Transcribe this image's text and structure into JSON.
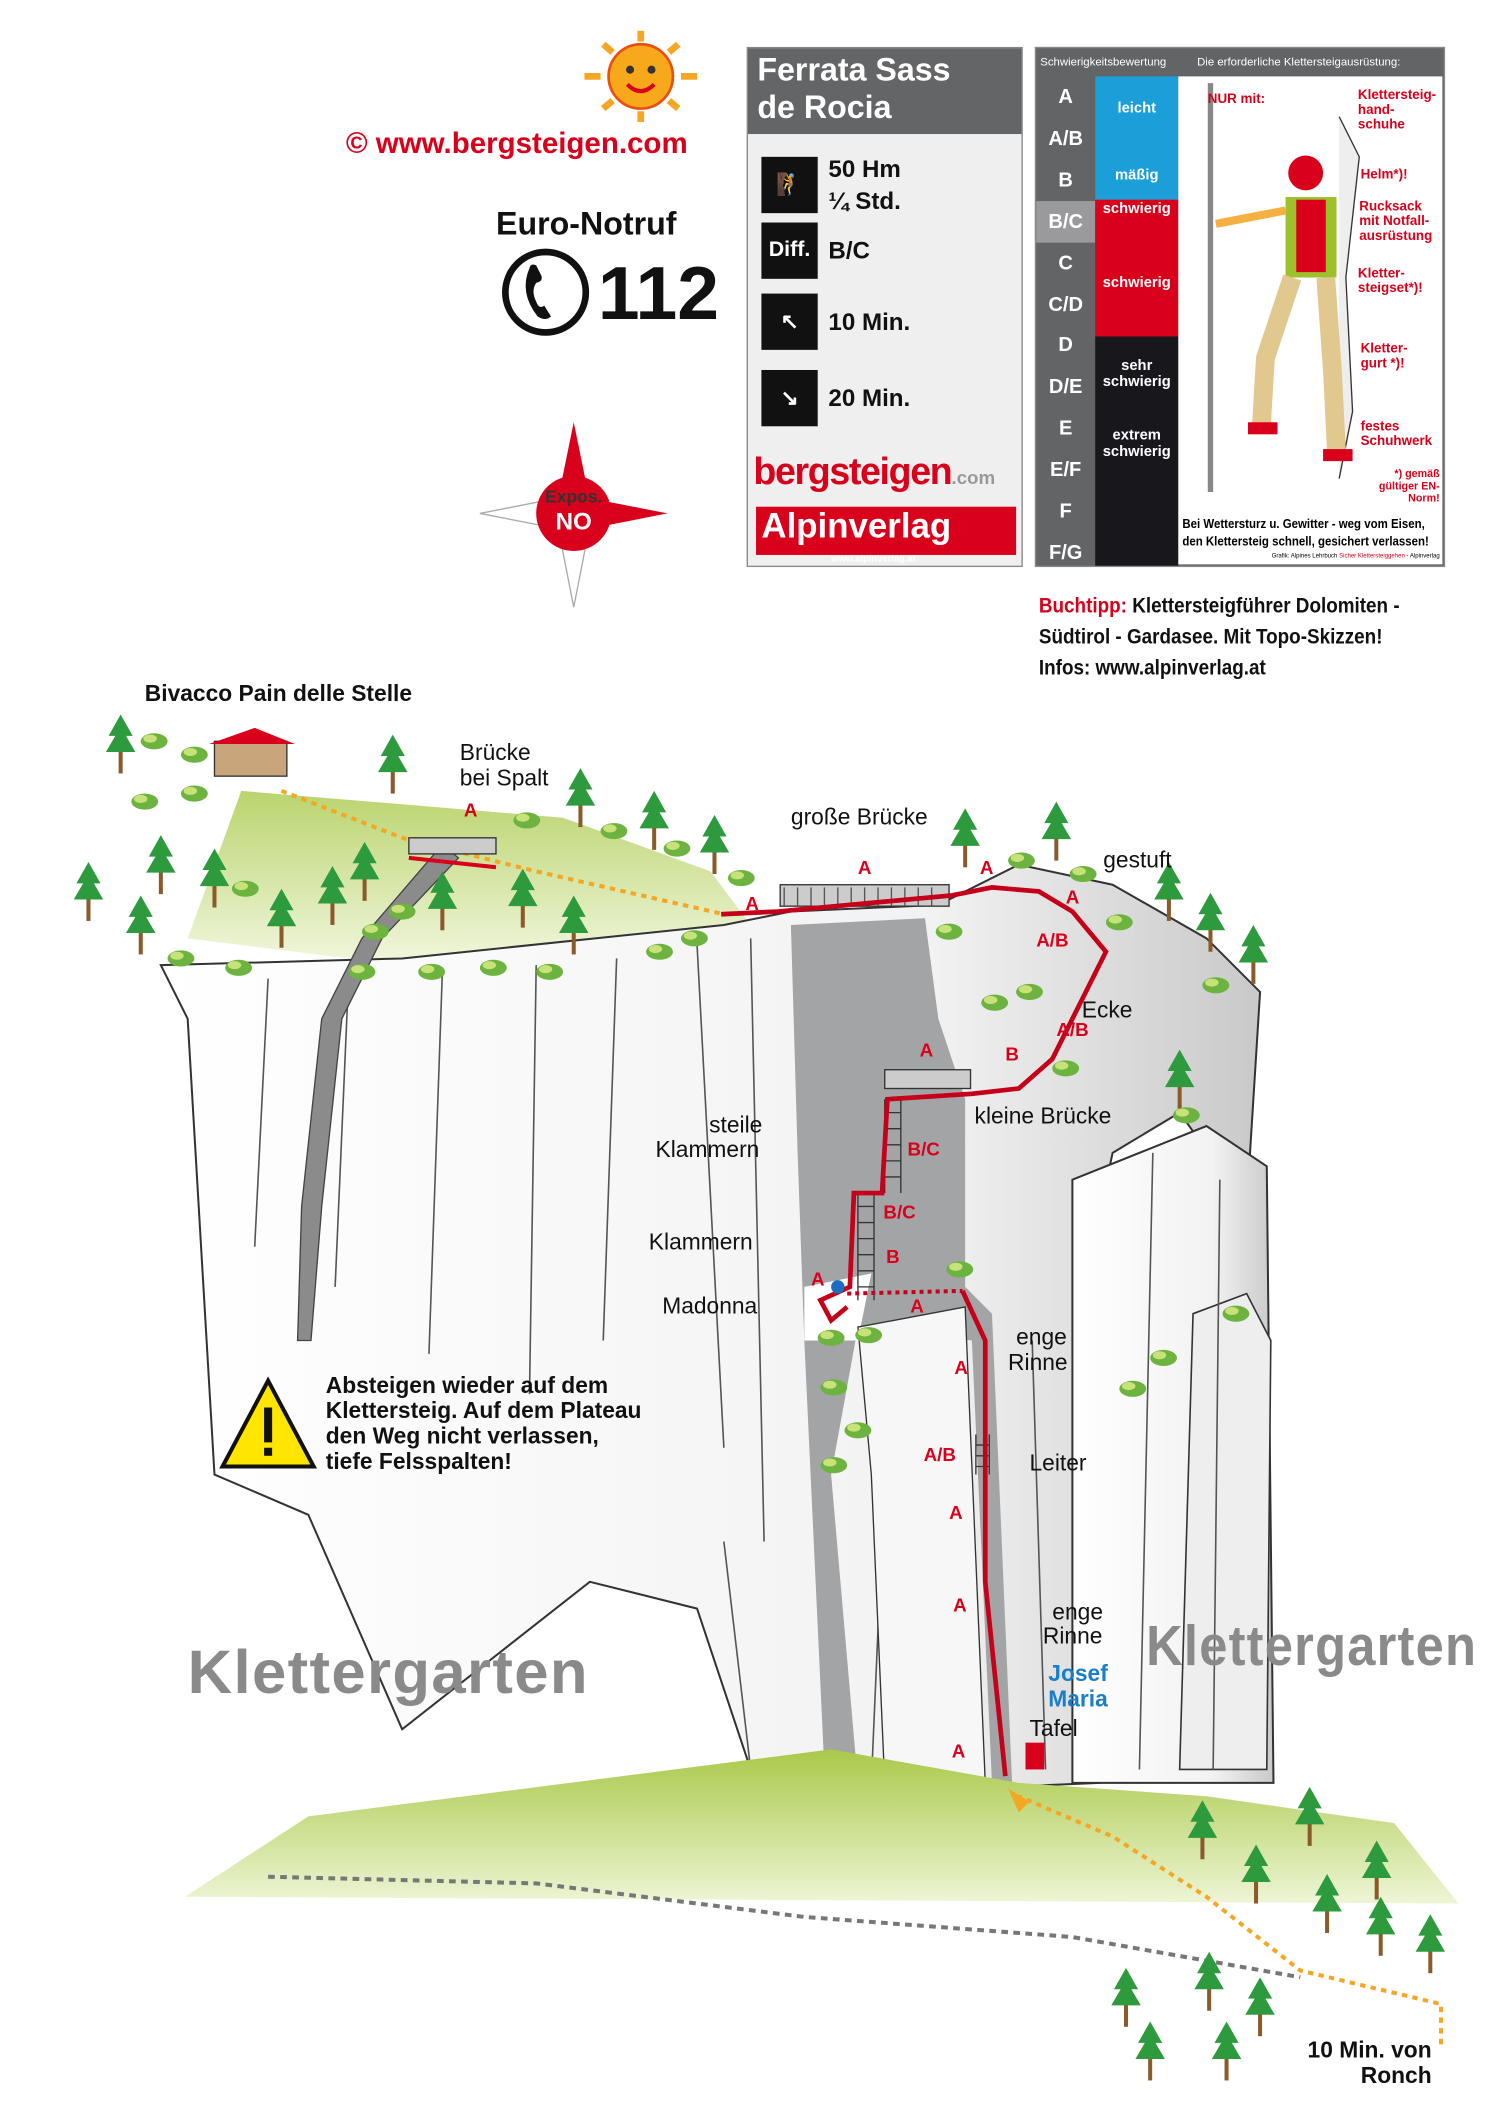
{
  "header": {
    "copyright": "© www.bergsteigen.com",
    "emergency_title": "Euro-Notruf",
    "emergency_number": "112",
    "exposure_label": "Expos.",
    "exposure_value": "NO"
  },
  "info_box": {
    "title_line1": "Ferrata Sass",
    "title_line2": "de Rocia",
    "height_gain": "50 Hm",
    "duration": "¼ Std.",
    "diff_icon_label": "Diff.",
    "difficulty": "B/C",
    "approach_time": "10 Min.",
    "descent_time": "20 Min.",
    "logo_bergsteigen": "bergsteigen",
    "logo_com": ".com",
    "logo_alpinverlag": "Alpinverlag",
    "logo_alpinverlag_url": "www.alpinverlag.at"
  },
  "difficulty_chart": {
    "header_left": "Schwierigkeitsbewertung",
    "header_right": "Die erforderliche Klettersteigausrüstung:",
    "grades": [
      "A",
      "A/B",
      "B",
      "B/C",
      "C",
      "C/D",
      "D",
      "D/E",
      "E",
      "E/F",
      "F",
      "F/G"
    ],
    "highlighted": "B/C",
    "bands": [
      "leicht",
      "mäßig",
      "schwierig",
      "schwierig",
      "sehr schwierig",
      "extrem schwierig"
    ],
    "nur_mit": "NUR mit:",
    "equipment": [
      "Klettersteig-hand-schuhe",
      "Helm*)!",
      "Rucksack mit Notfall-ausrüstung",
      "Kletter-steigset*)!",
      "Kletter-gurt *)!",
      "festes Schuhwerk"
    ],
    "footnote": "*) gemäß gültiger EN-Norm!",
    "warning_line1": "Bei Wettersturz u. Gewitter - weg vom Eisen,",
    "warning_line2": "den Klettersteig schnell, gesichert verlassen!",
    "credit_a": "Grafik: Alpines Lehrbuch ",
    "credit_b": "Sicher Klettersteiggehen",
    "credit_c": " - Alpinverlag",
    "colors": {
      "easy": "#1c9ed8",
      "hard": "#d9001b",
      "extreme": "#18171c"
    }
  },
  "book_tip": {
    "label": "Buchtipp:",
    "line1": " Klettersteigführer Dolomiten -",
    "line2": "Südtirol - Gardasee. Mit Topo-Skizzen!",
    "line3": "Infos: www.alpinverlag.at"
  },
  "map": {
    "hut": "Bivacco Pain delle Stelle",
    "bridge_split_1": "Brücke",
    "bridge_split_2": "bei Spalt",
    "big_bridge": "große Brücke",
    "stepped": "gestuft",
    "corner": "Ecke",
    "small_bridge": "kleine Brücke",
    "steep_clamps_1": "steile",
    "steep_clamps_2": "Klammern",
    "clamps": "Klammern",
    "madonna": "Madonna",
    "narrow_gully_1a": "enge",
    "narrow_gully_1b": "Rinne",
    "ladder": "Leiter",
    "narrow_gully_2a": "enge",
    "narrow_gully_2b": "Rinne",
    "josef": "Josef",
    "maria": "Maria",
    "plaque": "Tafel",
    "climbing_garden_left": "Klettergarten",
    "climbing_garden_right": "Klettergarten",
    "from_1": "10 Min. von",
    "from_2": "Ronch",
    "warning": [
      "Absteigen wieder auf dem",
      "Klettersteig. Auf dem Plateau",
      "den Weg nicht verlassen,",
      "tiefe Felsspalten!"
    ],
    "grade_marks": [
      "A",
      "A",
      "A",
      "A",
      "A",
      "A/B",
      "A/B",
      "B",
      "A",
      "B/C",
      "B/C",
      "B",
      "A",
      "A",
      "A",
      "A/B",
      "A",
      "A",
      "A"
    ]
  }
}
